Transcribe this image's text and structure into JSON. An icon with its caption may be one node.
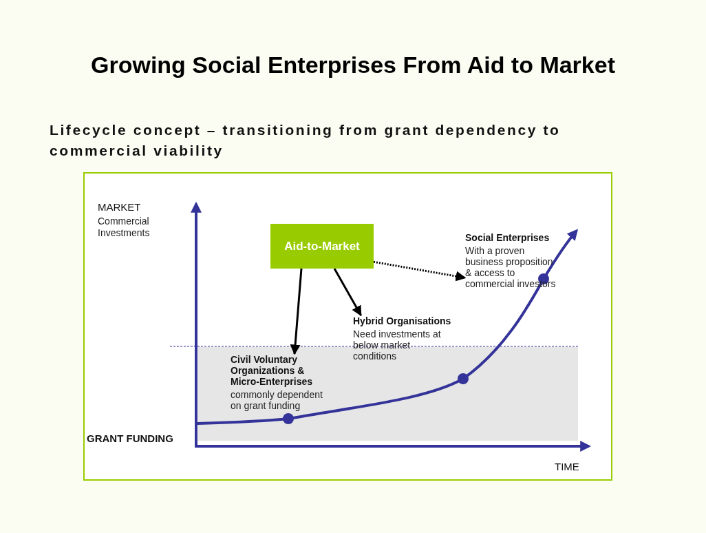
{
  "diagram": {
    "title": "Growing Social Enterprises From Aid to Market",
    "nodes": [
      {
        "text": [
          "Aid-to-Market"
        ]
      },
      {
        "text": [
          "Civil Voluntary Organizations & Micro-Enterprises",
          "commonly dependent on grant funding"
        ]
      },
      {
        "text": [
          "Hybrid Organisations",
          "Need investments at below market conditions"
        ]
      },
      {
        "text": [
          "Social Enterprises",
          "With a proven business proposition & access to commercial investors"
        ]
      }
    ],
    "edges": [
      {
        "from": 0,
        "to": 1,
        "arrow": "to"
      },
      {
        "from": 0,
        "to": 2,
        "arrow": "to"
      },
      {
        "from": 0,
        "to": 3,
        "arrow": "to",
        "style": "dashed"
      }
    ],
    "labels": [
      "Lifecycle concept – transitioning from grant dependency to commercial viability",
      "MARKET",
      "Commercial Investments",
      "GRANT FUNDING",
      "TIME"
    ]
  }
}
